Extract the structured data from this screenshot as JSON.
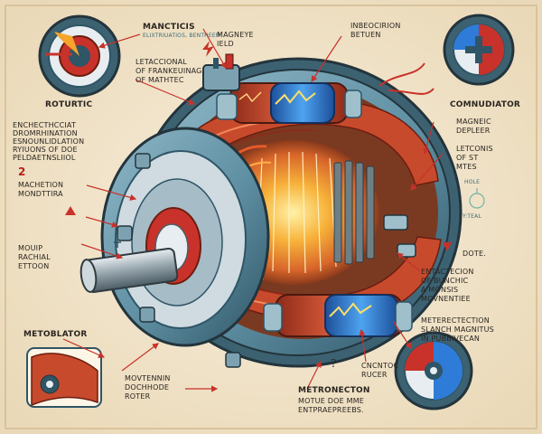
{
  "labels": {
    "magnetic": [
      "MANCTICIS",
      "ELIXTRIUATIOS, BENTHEEM"
    ],
    "magnetic_field": [
      "MAGNEYE",
      "IELD"
    ],
    "induction": [
      "INBEOCIRION",
      "BETUEN"
    ],
    "rotortic": [
      "ROTURTIC"
    ],
    "letacional": [
      "LETACCIONAL",
      "OF FRANKEUINAG,",
      "OF MATHTEC"
    ],
    "commutator": [
      "COMNUDIATOR"
    ],
    "encheckitat": [
      "ENCHECTHCCIAT",
      "DROMRHINATION",
      "ESNOUNLIDLATION",
      "RYIUONS OF DOE",
      "PELDAETNSLIIOL"
    ],
    "magnetic_depleer": [
      "MAGNEIC",
      "DEPLEER"
    ],
    "letconis": [
      "LETCONIS",
      "OF ST",
      "MTES"
    ],
    "machetion_number": "2",
    "machetion": [
      "MACHETION",
      "MONDTTIRA"
    ],
    "hole_note": "Hole",
    "ideal_note": "Y:TEAL",
    "moup": [
      "MOUIP",
      "RACHIAL",
      "ETTOON"
    ],
    "dote": [
      "DOTE."
    ],
    "entactecion": [
      "ENTACTECION",
      "OF BUNCHIC",
      "A MONSIS",
      "MOVNENTIEE"
    ],
    "metoblator": [
      "METOBLATOR"
    ],
    "merectection": [
      "METERECTECTION",
      "SLANCH MAGNITUS",
      "IN PUBBIVECAN"
    ],
    "question_mark": "?",
    "cncntoc": [
      "CNCNTOC",
      "RUCER"
    ],
    "movtennin": [
      "MOVTENNIN",
      "DOCHHODE",
      "ROTER"
    ],
    "metronecton": [
      "METRONECTON",
      "MOTUE DOE MME",
      "ENTPRAEPREEBS."
    ]
  },
  "colors": {
    "background": "#f3e6cc",
    "red": "#c8322a",
    "steel": "#5f8fa3",
    "steel_dark": "#2f5566",
    "copper": "#c94a2e",
    "blue": "#2f7bd8",
    "gold": "#f4a52a"
  }
}
